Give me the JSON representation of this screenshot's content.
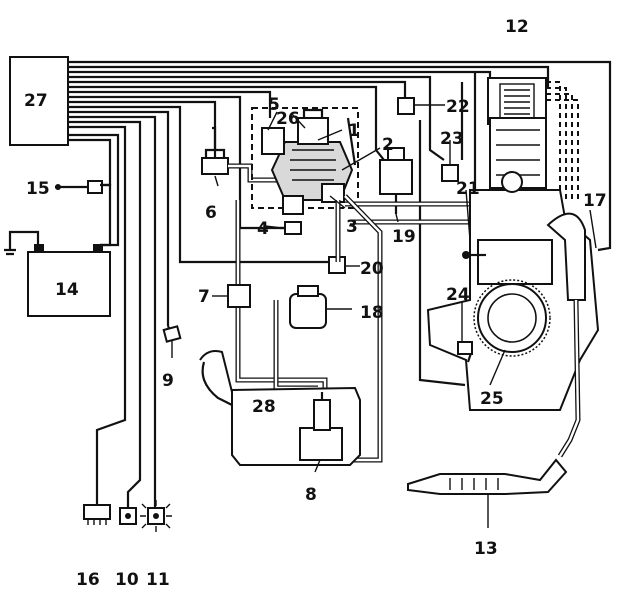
{
  "figure": {
    "labels": [
      {
        "id": "label-1",
        "text": "1"
      },
      {
        "id": "label-2",
        "text": "2"
      },
      {
        "id": "label-3",
        "text": "3"
      },
      {
        "id": "label-4",
        "text": "4"
      },
      {
        "id": "label-5",
        "text": "5"
      },
      {
        "id": "label-6",
        "text": "6"
      },
      {
        "id": "label-7",
        "text": "7"
      },
      {
        "id": "label-8",
        "text": "8"
      },
      {
        "id": "label-9",
        "text": "9"
      },
      {
        "id": "label-10",
        "text": "10"
      },
      {
        "id": "label-11",
        "text": "11"
      },
      {
        "id": "label-12",
        "text": "12"
      },
      {
        "id": "label-13",
        "text": "13"
      },
      {
        "id": "label-14",
        "text": "14"
      },
      {
        "id": "label-15",
        "text": "15"
      },
      {
        "id": "label-16",
        "text": "16"
      },
      {
        "id": "label-17",
        "text": "17"
      },
      {
        "id": "label-18",
        "text": "18"
      },
      {
        "id": "label-19",
        "text": "19"
      },
      {
        "id": "label-20",
        "text": "20"
      },
      {
        "id": "label-21",
        "text": "21"
      },
      {
        "id": "label-22",
        "text": "22"
      },
      {
        "id": "label-23",
        "text": "23"
      },
      {
        "id": "label-24",
        "text": "24"
      },
      {
        "id": "label-25",
        "text": "25"
      },
      {
        "id": "label-26",
        "text": "26"
      },
      {
        "id": "label-27",
        "text": "27"
      },
      {
        "id": "label-28",
        "text": "28"
      }
    ]
  }
}
